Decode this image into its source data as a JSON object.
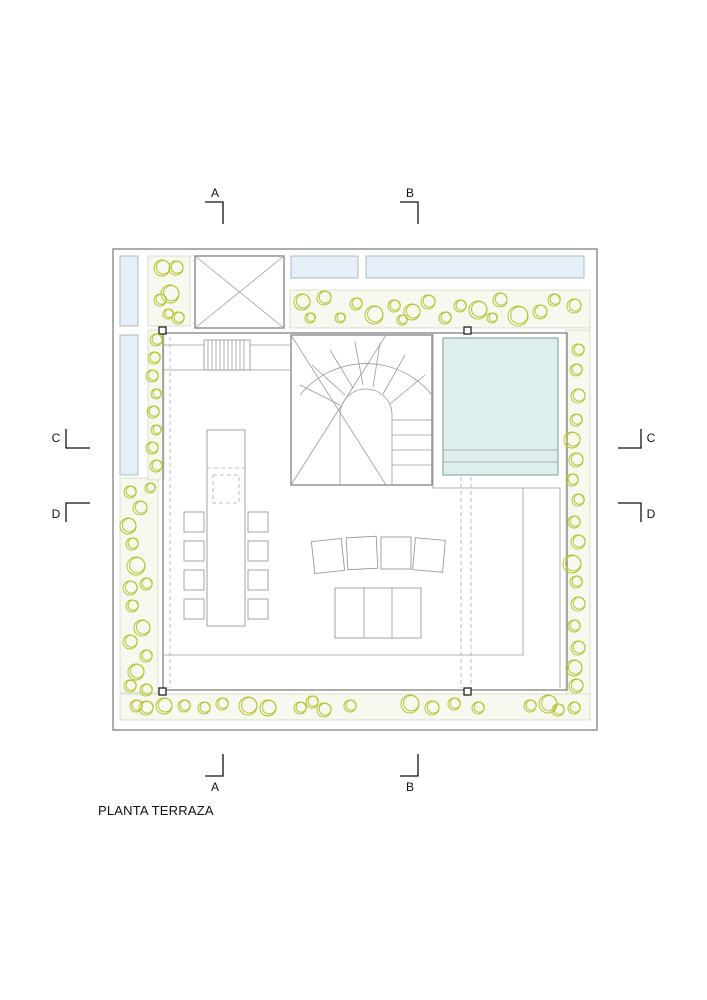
{
  "drawing": {
    "caption": "PLANTA TERRAZA",
    "sections": {
      "a": "A",
      "b": "B",
      "c": "C",
      "d": "D"
    }
  },
  "colors": {
    "glass": "#e6eff8",
    "pool": "#dceeee",
    "shrub": "#b5c434",
    "wall": "#8a8a8a"
  }
}
